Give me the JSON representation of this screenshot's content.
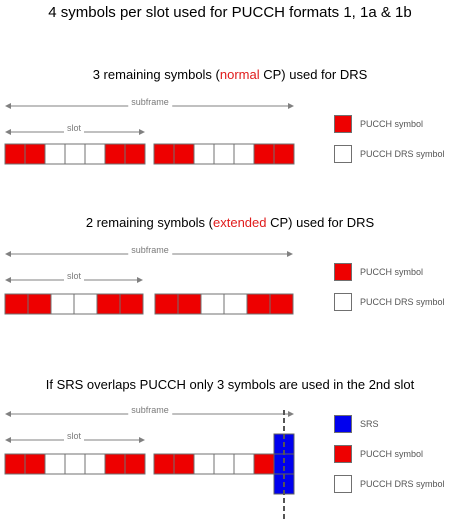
{
  "title": "4 symbols per slot used for PUCCH formats 1, 1a & 1b",
  "colors": {
    "pucch": "#ee0000",
    "drs": "#ffffff",
    "srs": "#0000ee",
    "highlight": "#e01b1b",
    "arrow": "#808080"
  },
  "sections": [
    {
      "heading_before": "3 remaining symbols (",
      "heading_highlight": "normal",
      "heading_after": " CP) used for DRS",
      "subframe_label": "subframe",
      "slot_label": "slot",
      "slot1": [
        "P",
        "P",
        "D",
        "D",
        "D",
        "P",
        "P"
      ],
      "slot2": [
        "P",
        "P",
        "D",
        "D",
        "D",
        "P",
        "P"
      ],
      "legend": [
        {
          "label": "PUCCH symbol",
          "kind": "P"
        },
        {
          "label": "PUCCH DRS symbol",
          "kind": "D"
        }
      ]
    },
    {
      "heading_before": "2 remaining symbols (",
      "heading_highlight": "extended",
      "heading_after": " CP) used for DRS",
      "subframe_label": "subframe",
      "slot_label": "slot",
      "slot1": [
        "P",
        "P",
        "D",
        "D",
        "P",
        "P"
      ],
      "slot2": [
        "P",
        "P",
        "D",
        "D",
        "P",
        "P"
      ],
      "legend": [
        {
          "label": "PUCCH symbol",
          "kind": "P"
        },
        {
          "label": "PUCCH DRS symbol",
          "kind": "D"
        }
      ]
    },
    {
      "heading_before": "If SRS overlaps PUCCH only 3 symbols are used in the 2nd slot",
      "heading_highlight": "",
      "heading_after": "",
      "subframe_label": "subframe",
      "slot_label": "slot",
      "slot1": [
        "P",
        "P",
        "D",
        "D",
        "D",
        "P",
        "P"
      ],
      "slot2": [
        "P",
        "P",
        "D",
        "D",
        "D",
        "P",
        "S"
      ],
      "legend": [
        {
          "label": "SRS",
          "kind": "S"
        },
        {
          "label": "PUCCH symbol",
          "kind": "P"
        },
        {
          "label": "PUCCH DRS symbol",
          "kind": "D"
        }
      ]
    }
  ]
}
